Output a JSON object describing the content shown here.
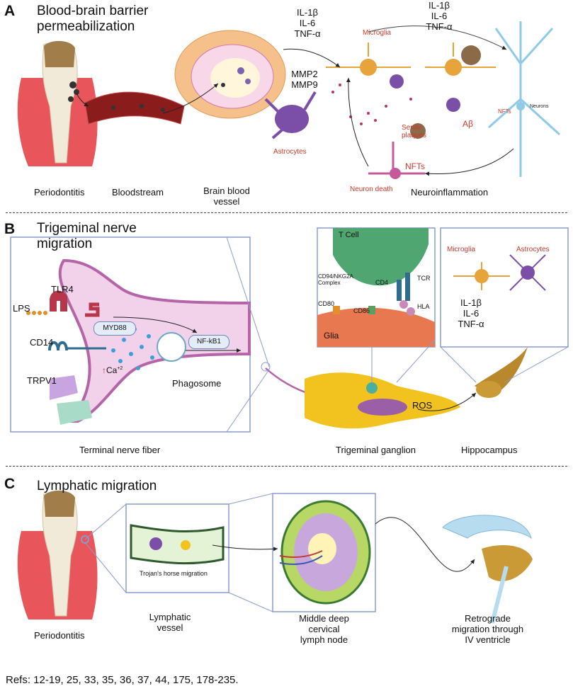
{
  "panelA": {
    "letter": "A",
    "title_line1": "Blood-brain barrier",
    "title_line2": "permeabilization",
    "cytokines_left": [
      "IL-1β",
      "IL-6",
      "TNF-α"
    ],
    "cytokines_right": [
      "IL-1β",
      "IL-6",
      "TNF-α"
    ],
    "mmp": [
      "MMP2",
      "MMP9"
    ],
    "microglia": "Microglia",
    "astrocytes": "Astrocytes",
    "nfts_small": "NFTs",
    "neurons": "Neurons",
    "abeta": "Aβ",
    "senile_plaques": "Senile plaques",
    "nfts": "NFTs",
    "neuron_death": "Neuron death",
    "captions": {
      "periodontitis": "Periodontitis",
      "bloodstream": "Bloodstream",
      "brain_vessel_1": "Brain blood",
      "brain_vessel_2": "vessel",
      "neuroinflammation": "Neuroinflammation"
    }
  },
  "panelB": {
    "letter": "B",
    "title_line1": "Trigeminal nerve",
    "title_line2": "migration",
    "tlr4": "TLR4",
    "lps": "LPS",
    "cd14": "CD14",
    "myd88": "MYD88",
    "nfkb1": "NF-kB1",
    "ca": "Ca",
    "ca_sup": "+2",
    "trpv1": "TRPV1",
    "phagosome": "Phagosome",
    "tcell": "T Cell",
    "cd94": "CD94/NKG2A Complex",
    "cd4": "CD4",
    "tcr": "TCR",
    "cd80": "CD80",
    "cd86": "CD86",
    "hla": "HLA",
    "glia": "Glia",
    "microglia": "Microglia",
    "astrocytes": "Astrocytes",
    "cytokines": [
      "IL-1β",
      "IL-6",
      "TNF-α"
    ],
    "ros": "ROS",
    "captions": {
      "terminal": "Terminal nerve fiber",
      "ganglion": "Trigeminal ganglion",
      "hippocampus": "Hippocampus"
    }
  },
  "panelC": {
    "letter": "C",
    "title": "Lymphatic migration",
    "trojan": "Trojan's horse migration",
    "captions": {
      "periodontitis": "Periodontitis",
      "lymph_vessel_1": "Lymphatic",
      "lymph_vessel_2": "vessel",
      "node_1": "Middle deep",
      "node_2": "cervical",
      "node_3": "lymph node",
      "retro_1": "Retrograde",
      "retro_2": "migration through",
      "retro_3": "IV ventricle"
    }
  },
  "refs": "Refs: 12-19, 25, 33, 35, 36, 37,  44, 175, 178-235."
}
